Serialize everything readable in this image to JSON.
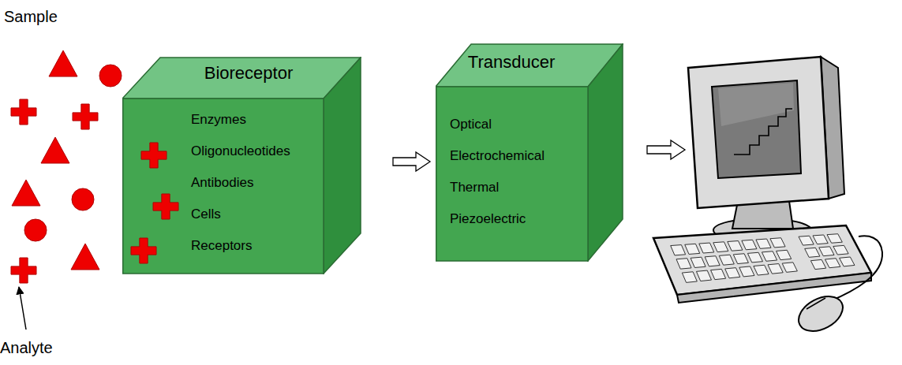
{
  "diagram": {
    "nodes": [
      {
        "text": [
          "Bioreceptor",
          "Enzymes",
          "Oligonucleotides",
          "Antibodies",
          "Cells",
          "Receptors"
        ]
      },
      {
        "text": [
          "Transducer",
          "Optical",
          "Electrochemical",
          "Thermal",
          "Piezoelectric"
        ]
      }
    ],
    "edges": [
      {
        "from": 0,
        "to": 1,
        "arrow": "to"
      }
    ],
    "labels": [
      "Sample",
      "Analyte"
    ]
  }
}
